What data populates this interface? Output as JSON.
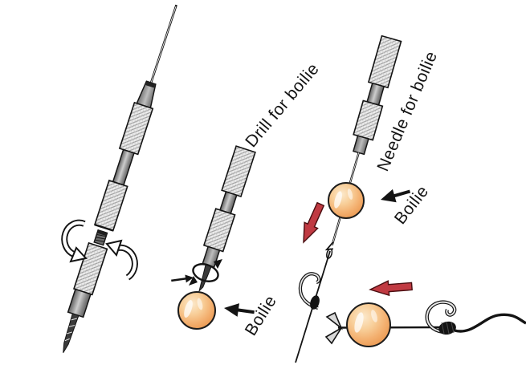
{
  "diagram": {
    "labels": {
      "drill_tool": "Drill for boilie",
      "needle_tool": "Needle for boilie",
      "boilie_at_drill": "Boilie",
      "boilie_at_needle": "Boilie"
    },
    "icons": [
      "unscrew-arrow-left-icon",
      "unscrew-arrow-right-icon",
      "rotation-arrow-icon",
      "pointer-arrow-icon",
      "boilie-label-arrow-icon",
      "red-arrow-down-icon",
      "red-arrow-left-icon"
    ],
    "colors": {
      "background": "#FFFFFF",
      "outline": "#141414",
      "boilie_orange": "#F2A963",
      "boilie_highlight": "#FCE9CC",
      "arrow_red": "#C03A42",
      "arrow_red_outline": "#4A0D10",
      "metal_light": "#EDEDED",
      "metal_mid": "#9A9A9A",
      "label_color": "#141414"
    }
  }
}
